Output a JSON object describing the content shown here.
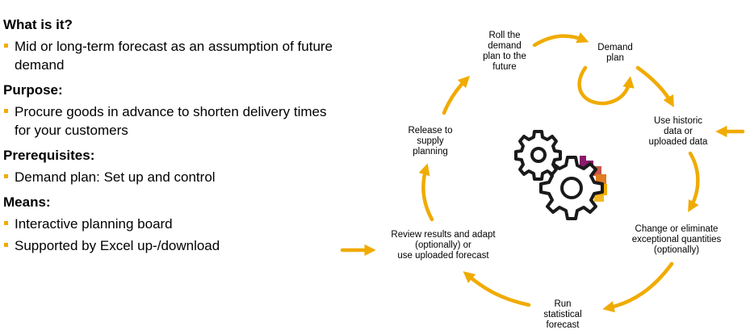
{
  "sections": [
    {
      "heading": "What is it?",
      "bullets": [
        "Mid or long-term forecast as an assumption of future demand"
      ]
    },
    {
      "heading": "Purpose:",
      "bullets": [
        "Procure goods in advance to shorten delivery times for your customers"
      ]
    },
    {
      "heading": "Prerequisites:",
      "bullets": [
        "Demand plan: Set up and control"
      ]
    },
    {
      "heading": "Means:",
      "bullets": [
        "Interactive planning board",
        "Supported by Excel up-/download"
      ]
    }
  ],
  "cycle": {
    "steps": [
      {
        "lines": [
          "Roll the",
          "demand",
          "plan to the",
          "future"
        ]
      },
      {
        "lines": [
          "Demand",
          "plan"
        ]
      },
      {
        "lines": [
          "Use historic",
          "data or",
          "uploaded data"
        ]
      },
      {
        "lines": [
          "Change or eliminate",
          "exceptional quantities",
          "(optionally)"
        ]
      },
      {
        "lines": [
          "Run",
          "statistical",
          "forecast"
        ]
      },
      {
        "lines": [
          "Review results and adapt",
          "(optionally) or",
          "use uploaded forecast"
        ]
      },
      {
        "lines": [
          "Release to",
          "supply",
          "planning"
        ]
      }
    ],
    "arrow_color": "#f0ab00",
    "gear_accent_colors": [
      "#8b1a6b",
      "#c0392b",
      "#e07b22",
      "#f0ab00"
    ],
    "icons": [
      "gears-icon"
    ]
  }
}
